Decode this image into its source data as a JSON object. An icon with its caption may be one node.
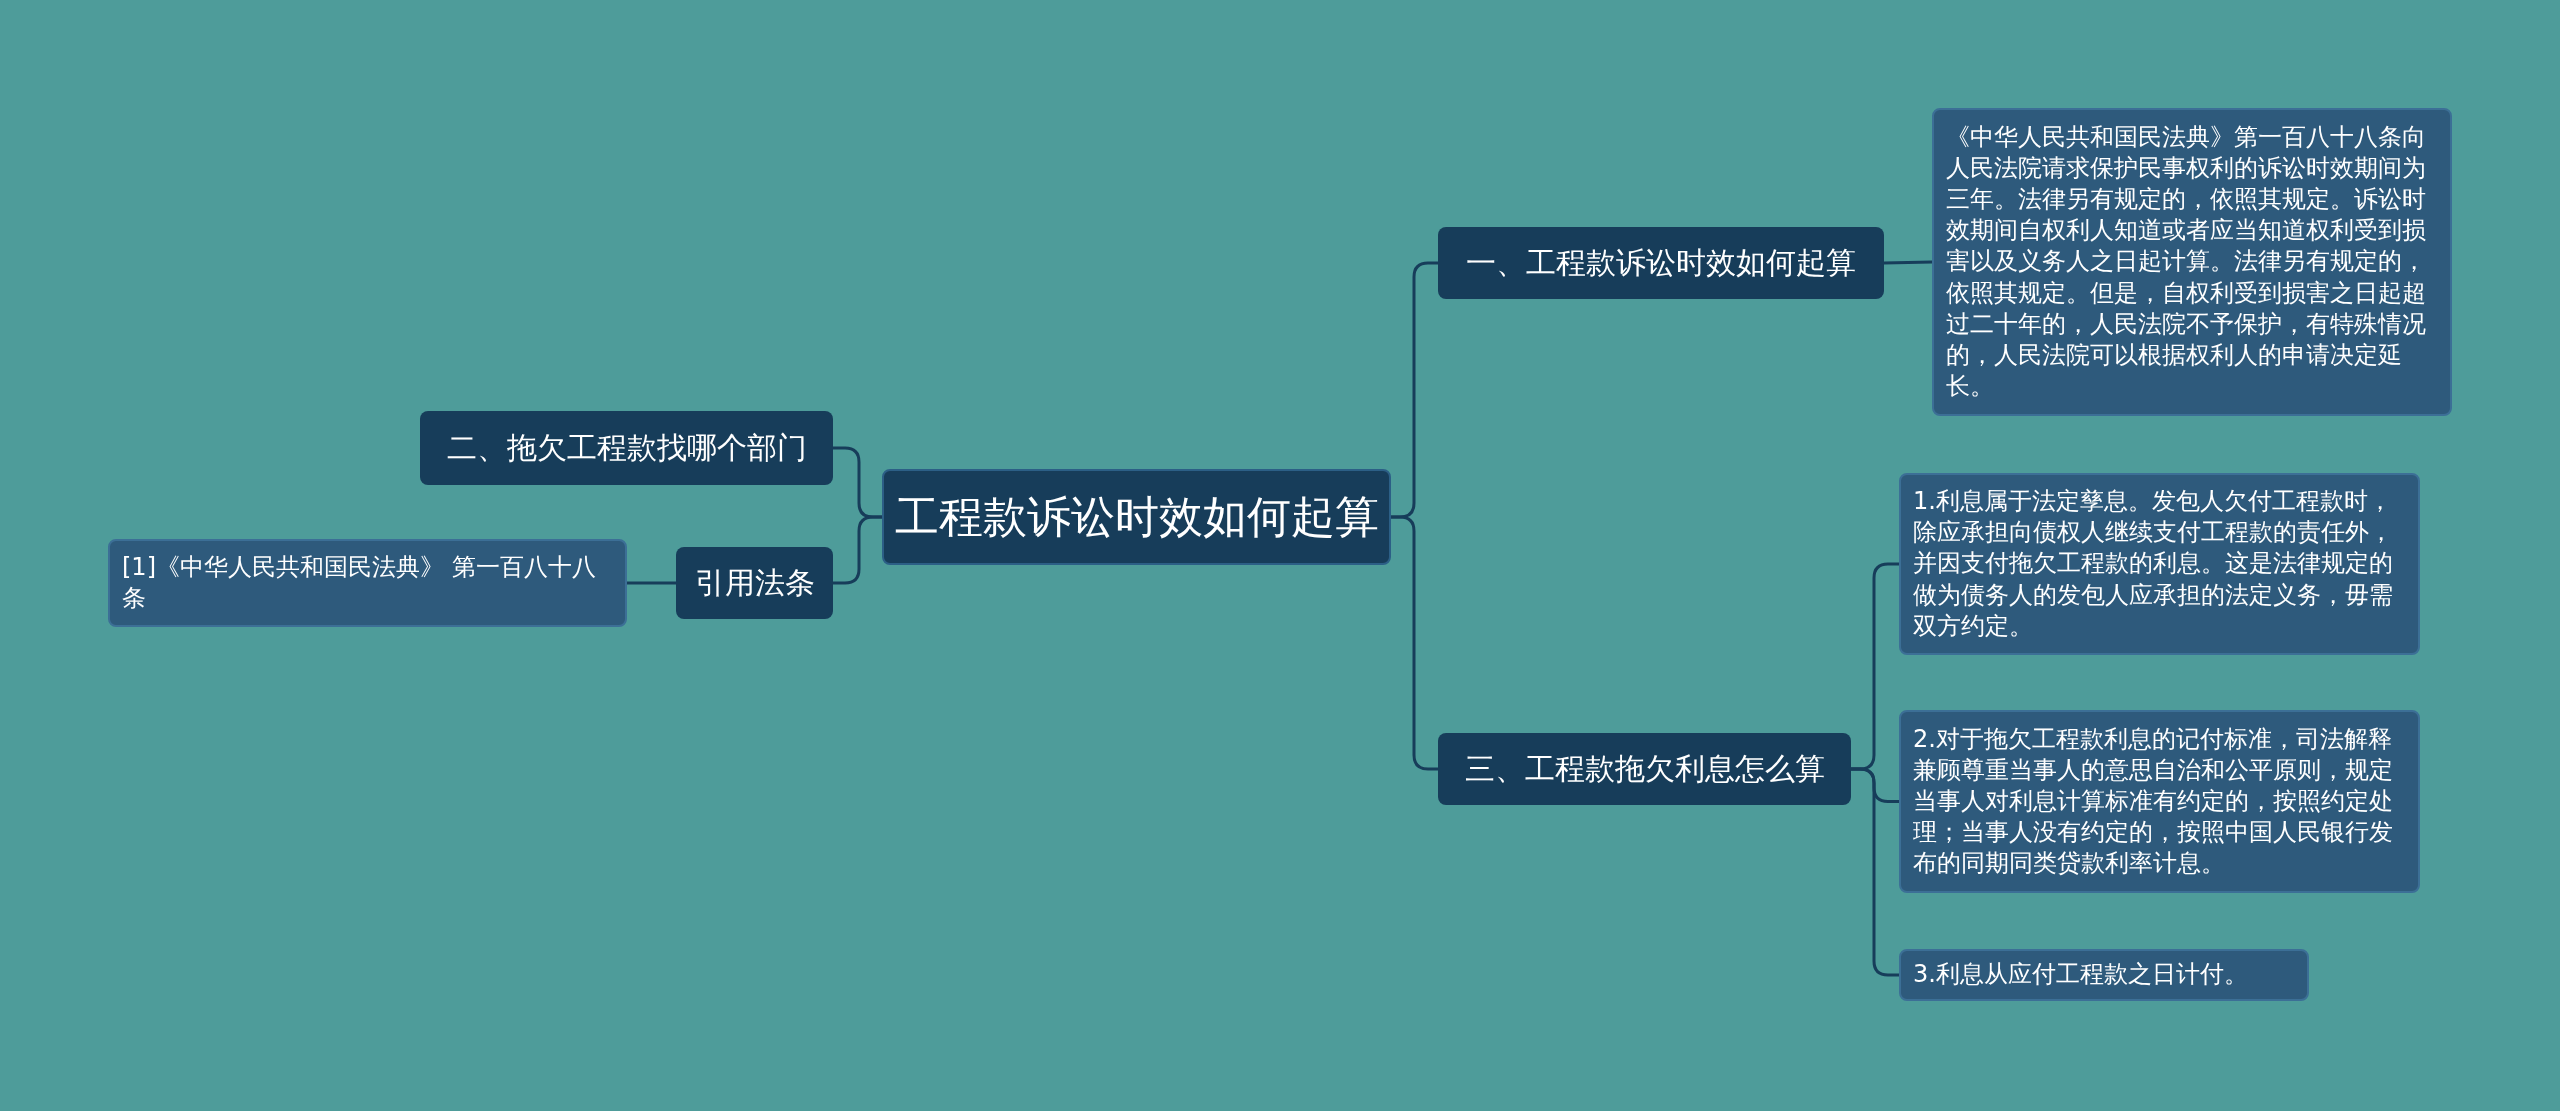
{
  "diagram": {
    "nodes": [
      {
        "text": [
          "工程款诉讼时效如何起算"
        ]
      },
      {
        "text": [
          "一、工程款诉讼时效如何起算"
        ]
      },
      {
        "text": [
          "《中华人民共和国民法典》第一百八十八条向人民法院请求保护民事权利的诉讼时效期间为三年。法律另有规定的，依照其规定。诉讼时效期间自权利人知道或者应当知道权利受到损害以及义务人之日起计算。法律另有规定的，依照其规定。但是，自权利受到损害之日起超过二十年的，人民法院不予保护，有特殊情况的，人民法院可以根据权利人的申请决定延长。"
        ]
      },
      {
        "text": [
          "三、工程款拖欠利息怎么算"
        ]
      },
      {
        "text": [
          "1.利息属于法定孳息。发包人欠付工程款时，除应承担向债权人继续支付工程款的责任外，并因支付拖欠工程款的利息。这是法律规定的做为债务人的发包人应承担的法定义务，毋需双方约定。"
        ]
      },
      {
        "text": [
          "2.对于拖欠工程款利息的记付标准，司法解释兼顾尊重当事人的意思自治和公平原则，规定当事人对利息计算标准有约定的，按照约定处理；当事人没有约定的，按照中国人民银行发布的同期同类贷款利率计息。"
        ]
      },
      {
        "text": [
          "3.利息从应付工程款之日计付。"
        ]
      },
      {
        "text": [
          "二、拖欠工程款找哪个部门"
        ]
      },
      {
        "text": [
          "引用法条"
        ]
      },
      {
        "text": [
          "[1]《中华人民共和国民法典》 第一百八十八条"
        ]
      }
    ],
    "edges": [
      {
        "from": 0,
        "to": 1,
        "arrow": "none"
      },
      {
        "from": 1,
        "to": 2,
        "arrow": "none"
      },
      {
        "from": 0,
        "to": 3,
        "arrow": "none"
      },
      {
        "from": 3,
        "to": 4,
        "arrow": "none"
      },
      {
        "from": 3,
        "to": 5,
        "arrow": "none"
      },
      {
        "from": 3,
        "to": 6,
        "arrow": "none"
      },
      {
        "from": 0,
        "to": 7,
        "arrow": "none"
      },
      {
        "from": 0,
        "to": 8,
        "arrow": "none"
      },
      {
        "from": 8,
        "to": 9,
        "arrow": "none"
      }
    ]
  }
}
